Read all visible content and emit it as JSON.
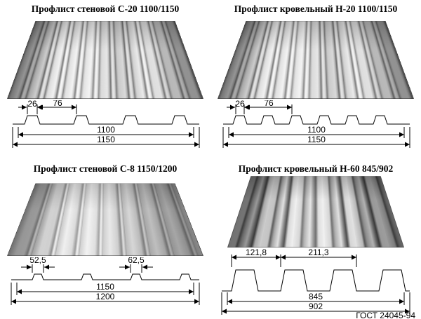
{
  "panels": [
    {
      "title": "Профлист стеновой С-20 1100/1150",
      "dims": {
        "a": "26",
        "b": "76",
        "working": "1100",
        "overall": "1150"
      }
    },
    {
      "title": "Профлист кровельный Н-20 1100/1150",
      "dims": {
        "a": "26",
        "b": "76",
        "working": "1100",
        "overall": "1150"
      }
    },
    {
      "title": "Профлист стеновой С-8 1150/1200",
      "dims": {
        "a": "52,5",
        "b": "62,5",
        "working": "1150",
        "overall": "1200"
      }
    },
    {
      "title": "Профлист кровельный Н-60 845/902",
      "dims": {
        "a": "121,8",
        "b": "211,3",
        "working": "845",
        "overall": "902"
      },
      "standard": "ГОСТ 24045-94"
    }
  ]
}
